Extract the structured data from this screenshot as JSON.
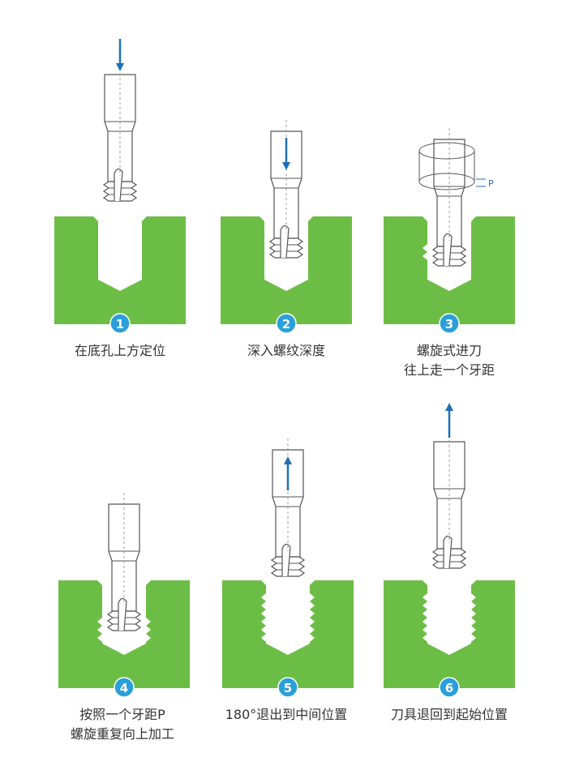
{
  "colors": {
    "block": "#6cbd45",
    "accent": "#1f6fb5",
    "badge": "#2a9fd9",
    "line": "#555555"
  },
  "pitch_label": "P",
  "steps": [
    {
      "number": "1",
      "lines": [
        "在底孔上方定位"
      ],
      "arrow": "down-above"
    },
    {
      "number": "2",
      "lines": [
        "深入螺纹深度"
      ],
      "arrow": "down-inside"
    },
    {
      "number": "3",
      "lines": [
        "螺旋式进刀",
        "往上走一个牙距"
      ],
      "arrow": "rotation"
    },
    {
      "number": "4",
      "lines": [
        "按照一个牙距P",
        "螺旋重复向上加工"
      ],
      "arrow": "none"
    },
    {
      "number": "5",
      "lines": [
        "180°退出到中间位置"
      ],
      "arrow": "up-inside"
    },
    {
      "number": "6",
      "lines": [
        "刀具退回到起始位置"
      ],
      "arrow": "up-above"
    }
  ]
}
